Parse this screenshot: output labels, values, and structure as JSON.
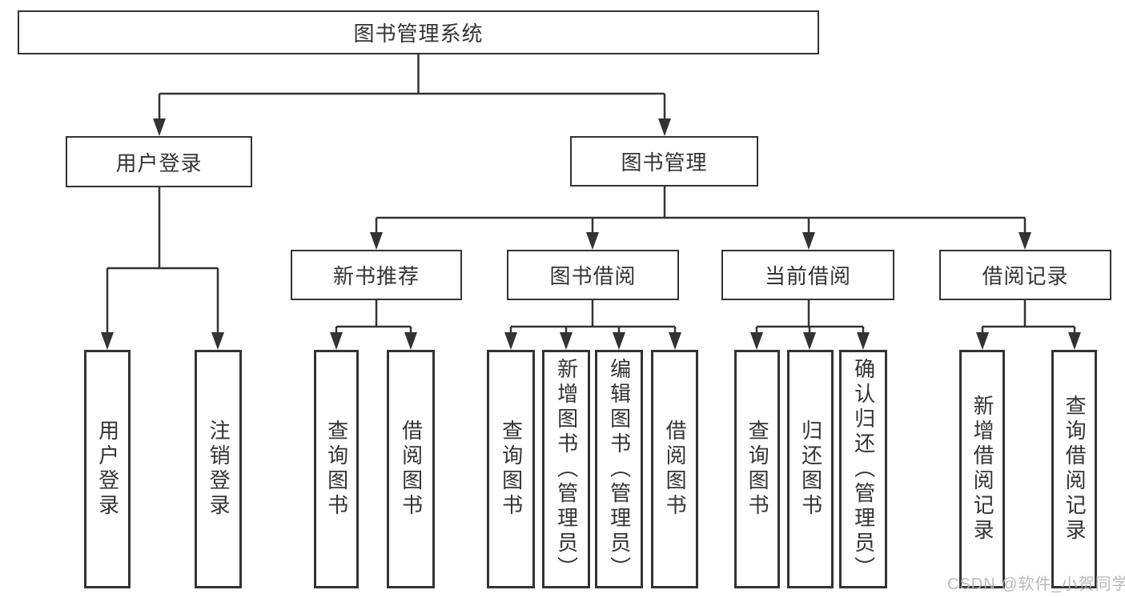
{
  "tree": {
    "label": "图书管理系统",
    "children": [
      {
        "label": "用户登录",
        "children": [
          {
            "label": "用户登录"
          },
          {
            "label": "注销登录"
          }
        ]
      },
      {
        "label": "图书管理",
        "children": [
          {
            "label": "新书推荐",
            "children": [
              {
                "label": "查询图书"
              },
              {
                "label": "借阅图书"
              }
            ]
          },
          {
            "label": "图书借阅",
            "children": [
              {
                "label": "查询图书"
              },
              {
                "label": "新增图书（管理员）"
              },
              {
                "label": "编辑图书（管理员）"
              },
              {
                "label": "借阅图书"
              }
            ]
          },
          {
            "label": "当前借阅",
            "children": [
              {
                "label": "查询图书"
              },
              {
                "label": "归还图书"
              },
              {
                "label": "确认归还（管理员）"
              }
            ]
          },
          {
            "label": "借阅记录",
            "children": [
              {
                "label": "新增借阅记录"
              },
              {
                "label": "查询借阅记录"
              }
            ]
          }
        ]
      }
    ]
  },
  "watermark": {
    "text": "CSDN @软件_小贺同学"
  },
  "colors": {
    "line": "#333333",
    "box_border": "#333333",
    "text": "#333333",
    "watermark": "#b3b3b3",
    "background": "#ffffff"
  }
}
